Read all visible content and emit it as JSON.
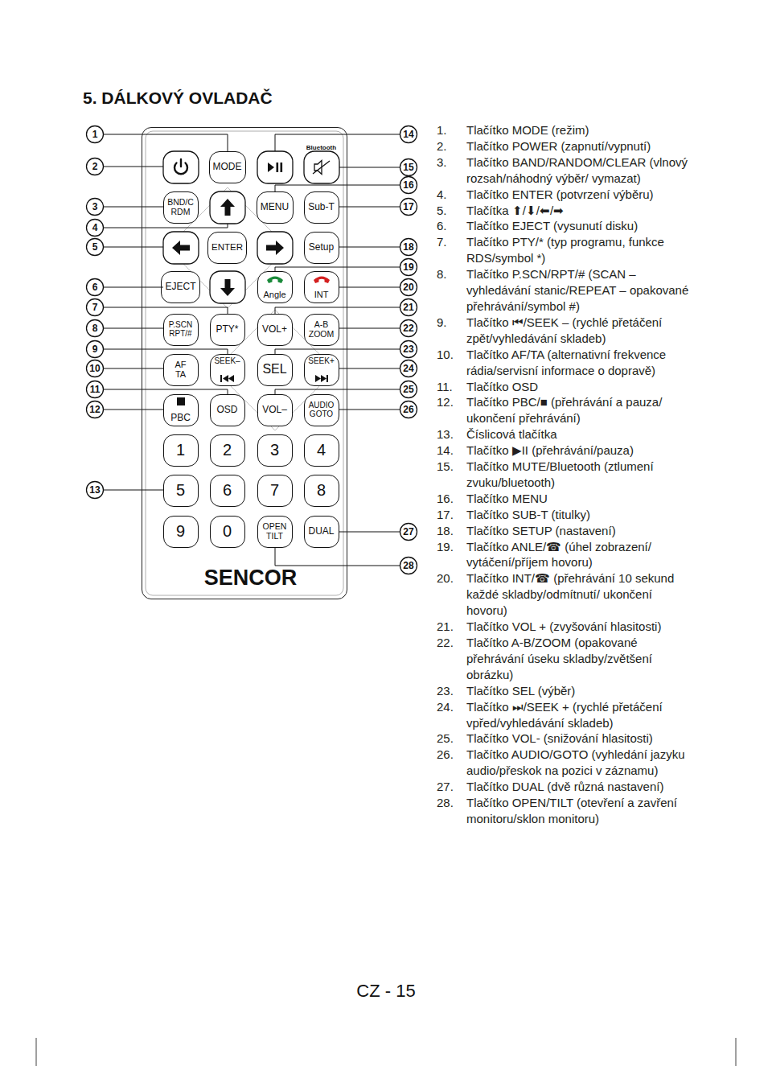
{
  "diagram": {
    "title": "5. DÁLKOVÝ OVLADAČ",
    "nodes": [
      {
        "text": [
          "Bluetooth",
          "SENCOR"
        ]
      },
      {
        "text": [
          "MODE"
        ],
        "in": 0
      },
      {
        "text": [
          "BND/C RDM"
        ],
        "in": 0
      },
      {
        "text": [
          "MENU"
        ],
        "in": 0
      },
      {
        "text": [
          "Sub-T"
        ],
        "in": 0
      },
      {
        "text": [
          "ENTER"
        ],
        "in": 0
      },
      {
        "text": [
          "Setup"
        ],
        "in": 0
      },
      {
        "text": [
          "EJECT"
        ],
        "in": 0
      },
      {
        "text": [
          "Angle"
        ],
        "in": 0
      },
      {
        "text": [
          "INT"
        ],
        "in": 0
      },
      {
        "text": [
          "P.SCN RPT/#"
        ],
        "in": 0
      },
      {
        "text": [
          "PTY*"
        ],
        "in": 0
      },
      {
        "text": [
          "VOL+"
        ],
        "in": 0
      },
      {
        "text": [
          "A-B ZOOM"
        ],
        "in": 0
      },
      {
        "text": [
          "AF TA"
        ],
        "in": 0
      },
      {
        "text": [
          "SEEK–"
        ],
        "in": 0
      },
      {
        "text": [
          "SEL"
        ],
        "in": 0
      },
      {
        "text": [
          "SEEK+"
        ],
        "in": 0
      },
      {
        "text": [
          "PBC"
        ],
        "in": 0
      },
      {
        "text": [
          "OSD"
        ],
        "in": 0
      },
      {
        "text": [
          "VOL–"
        ],
        "in": 0
      },
      {
        "text": [
          "AUDIO GOTO"
        ],
        "in": 0
      },
      {
        "text": [
          "1"
        ],
        "in": 0
      },
      {
        "text": [
          "2"
        ],
        "in": 0
      },
      {
        "text": [
          "3"
        ],
        "in": 0
      },
      {
        "text": [
          "4"
        ],
        "in": 0
      },
      {
        "text": [
          "5"
        ],
        "in": 0
      },
      {
        "text": [
          "6"
        ],
        "in": 0
      },
      {
        "text": [
          "7"
        ],
        "in": 0
      },
      {
        "text": [
          "8"
        ],
        "in": 0
      },
      {
        "text": [
          "9"
        ],
        "in": 0
      },
      {
        "text": [
          "0"
        ],
        "in": 0
      },
      {
        "text": [
          "OPEN TILT"
        ],
        "in": 0
      },
      {
        "text": [
          "DUAL"
        ],
        "in": 0
      }
    ],
    "labels": [
      "1",
      "2",
      "3",
      "4",
      "5",
      "6",
      "7",
      "8",
      "9",
      "10",
      "11",
      "12",
      "13",
      "14",
      "15",
      "16",
      "17",
      "18",
      "19",
      "20",
      "21",
      "22",
      "23",
      "24",
      "25",
      "26",
      "27",
      "28",
      "1.",
      "Tlačítko MODE (režim)",
      "2.",
      "Tlačítko POWER (zapnutí/vypnutí)",
      "3.",
      "Tlačítko BAND/RANDOM/CLEAR (vlnový rozsah/náhodný výběr/ vymazat)",
      "4.",
      "Tlačítko ENTER (potvrzení výběru)",
      "5.",
      "Tlačítka ⬆/⬇/⬅/➡",
      "6.",
      "Tlačítko EJECT (vysunutí disku)",
      "7.",
      "Tlačítko PTY/* (typ programu, funkce RDS/symbol *)",
      "8.",
      "Tlačítko P.SCN/RPT/# (SCAN – vyhledávání stanic/REPEAT – opakované přehrávání/symbol #)",
      "9.",
      "Tlačítko ⏮/SEEK – (rychlé přetáčení zpět/vyhledávání skladeb)",
      "10.",
      "Tlačítko AF/TA (alternativní frekvence rádia/servisní informace o dopravě)",
      "11.",
      "Tlačítko OSD",
      "12.",
      "Tlačítko PBC/■ (přehrávání a pauza/ ukončení přehrávání)",
      "13.",
      "Číslicová tlačítka",
      "14.",
      "Tlačítko ▶II (přehrávání/pauza)",
      "15.",
      "Tlačítko MUTE/Bluetooth (ztlumení zvuku/bluetooth)",
      "16.",
      "Tlačítko MENU",
      "17.",
      "Tlačítko SUB-T (titulky)",
      "18.",
      "Tlačítko SETUP (nastavení)",
      "19.",
      "Tlačítko ANLE/☎ (úhel zobrazení/ vytáčení/příjem hovoru)",
      "20.",
      "Tlačítko INT/☎ (přehrávání 10 sekund každé skladby/odmítnutí/ ukončení hovoru)",
      "21.",
      "Tlačítko VOL + (zvyšování hlasitosti)",
      "22.",
      "Tlačítko A-B/ZOOM (opakované přehrávání úseku skladby/zvětšení obrázku)",
      "23.",
      "Tlačítko SEL (výběr)",
      "24.",
      "Tlačítko ⏭/SEEK + (rychlé přetáčení vpřed/vyhledávání skladeb)",
      "25.",
      "Tlačítko VOL- (snižování hlasitosti)",
      "26.",
      "Tlačítko AUDIO/GOTO (vyhledání jazyku audio/přeskok na pozici v záznamu)",
      "27.",
      "Tlačítko DUAL (dvě různá nastavení)",
      "28.",
      "Tlačítko OPEN/TILT (otevření a zavření monitoru/sklon monitoru)",
      "CZ - 15"
    ]
  }
}
